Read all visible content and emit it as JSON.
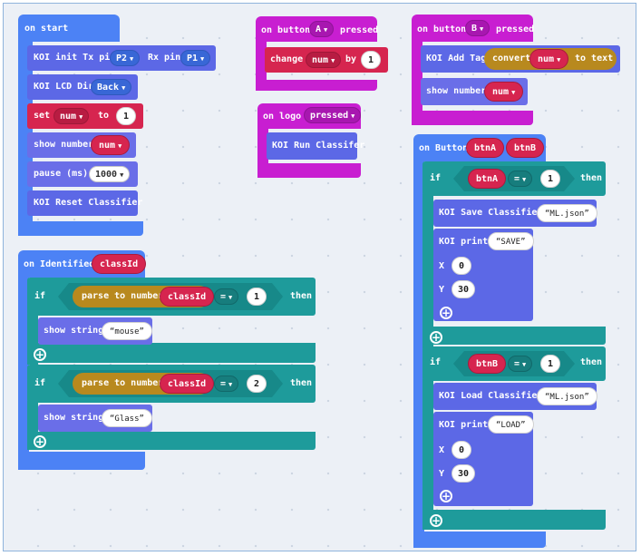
{
  "on_start": {
    "hat": "on start",
    "koi_init": {
      "label": "KOI init Tx pin",
      "tx": "P2",
      "rx_label": "Rx pin",
      "rx": "P1"
    },
    "lcd_dir": {
      "label": "KOI LCD Dir",
      "value": "Back"
    },
    "set": {
      "label": "set",
      "var": "num",
      "to": "to",
      "value": "1"
    },
    "show_number": {
      "label": "show number",
      "var": "num"
    },
    "pause": {
      "label": "pause (ms)",
      "value": "1000"
    },
    "reset": "KOI Reset Classifier"
  },
  "button_a": {
    "on": "on button",
    "button": "A",
    "pressed": "pressed",
    "change": "change",
    "var": "num",
    "by": "by",
    "value": "1"
  },
  "on_logo": {
    "on": "on logo",
    "event": "pressed",
    "run": "KOI Run Classifer"
  },
  "button_b": {
    "on": "on button",
    "button": "B",
    "pressed": "pressed",
    "add_tag": "KOI Add Tag",
    "convert": "convert",
    "var": "num",
    "to_text": "to text",
    "show_number": "show number",
    "var2": "num"
  },
  "on_button_btn": {
    "hat": "on Button",
    "p1": "btnA",
    "p2": "btnB",
    "if1": {
      "if": "if",
      "var": "btnA",
      "op": "=",
      "value": "1",
      "then": "then"
    },
    "save": {
      "label": "KOI Save Classifier",
      "file": "ML.json"
    },
    "print1": {
      "label": "KOI print",
      "text": "SAVE",
      "x_label": "X",
      "x": "0",
      "y_label": "Y",
      "y": "30"
    },
    "if2": {
      "if": "if",
      "var": "btnB",
      "op": "=",
      "value": "1",
      "then": "then"
    },
    "load": {
      "label": "KOI Load Classifier",
      "file": "ML.json"
    },
    "print2": {
      "label": "KOI print",
      "text": "LOAD",
      "x_label": "X",
      "x": "0",
      "y_label": "Y",
      "y": "30"
    }
  },
  "on_identified": {
    "hat": "on Identified",
    "param": "classId",
    "if1": {
      "if": "if",
      "parse": "parse to number",
      "var": "classId",
      "op": "=",
      "value": "1",
      "then": "then",
      "show": "show string",
      "text": "mouse"
    },
    "if2": {
      "if": "if",
      "parse": "parse to number",
      "var": "classId",
      "op": "=",
      "value": "2",
      "then": "then",
      "show": "show string",
      "text": "Glass"
    }
  },
  "colors": {
    "events": "#4c82f5",
    "koi": "#5c68e6",
    "variables": "#d6254f",
    "input": "#c81ed1",
    "logic": "#1e9b9b",
    "text": "#b8891e"
  }
}
